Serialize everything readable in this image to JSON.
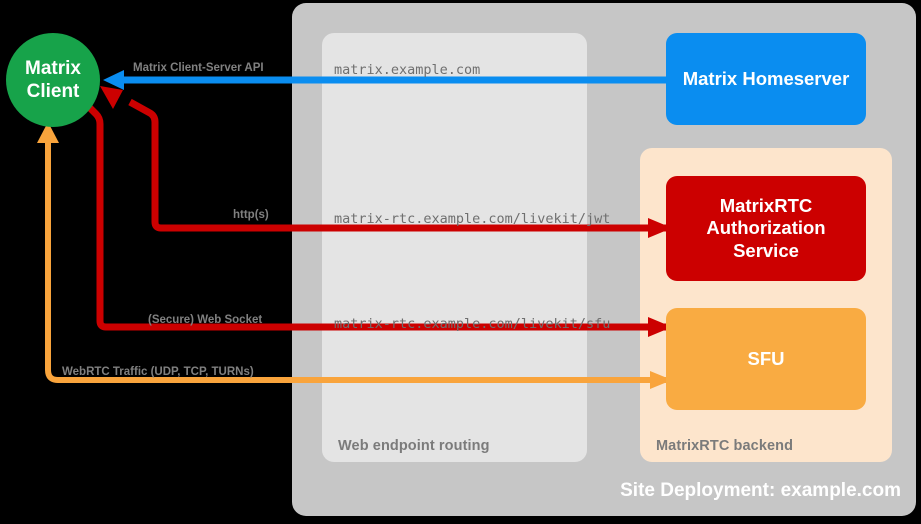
{
  "deployment": {
    "title": "Site Deployment: example.com",
    "panels": [
      {
        "name": "web-endpoint-routing",
        "caption": "Web endpoint routing"
      },
      {
        "name": "matrixrtc-backend",
        "caption": "MatrixRTC backend"
      }
    ]
  },
  "nodes": {
    "client": {
      "label_line1": "Matrix",
      "label_line2": "Client",
      "color": "#17a34a"
    },
    "homeserver": {
      "label": "Matrix Homeserver",
      "color": "#0a8df0"
    },
    "auth": {
      "label_line1": "MatrixRTC",
      "label_line2": "Authorization",
      "label_line3": "Service",
      "color": "#cc0000"
    },
    "sfu": {
      "label": "SFU",
      "color": "#f9ab42"
    }
  },
  "endpoints": {
    "matrix": "matrix.example.com",
    "jwt": "matrix-rtc.example.com/livekit/jwt",
    "sfu": "matrix-rtc.example.com/livekit/sfu"
  },
  "connections": [
    {
      "name": "matrix-client-server-api",
      "label": "Matrix Client-Server API",
      "color": "#0a8df0"
    },
    {
      "name": "https",
      "label": "http(s)",
      "color": "#cc0000"
    },
    {
      "name": "secure-web-socket",
      "label": "(Secure) Web Socket",
      "color": "#cc0000"
    },
    {
      "name": "webrtc-traffic",
      "label": "WebRTC Traffic (UDP, TCP, TURNs)",
      "color": "#f9a43c"
    }
  ],
  "colors": {
    "background": "#000000",
    "outer_panel": "#c6c6c6",
    "routing_panel": "#e4e4e4",
    "backend_panel": "#fde5cc",
    "caption_text": "#7b7b7b",
    "endpoint_text": "#6f6f6f",
    "connection_label_text": "#808080"
  }
}
